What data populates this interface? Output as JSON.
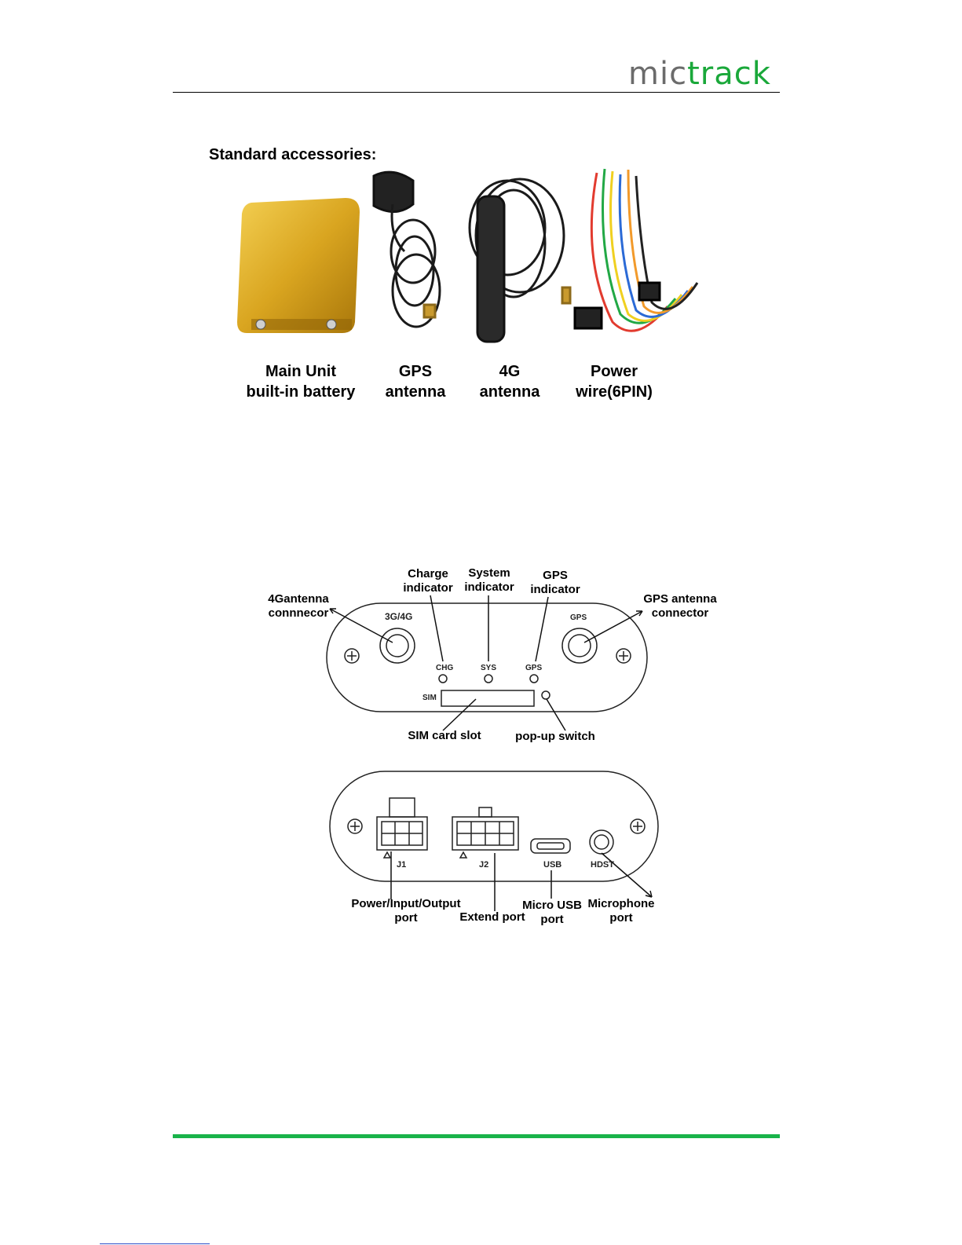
{
  "header": {
    "logo_part1": "mic",
    "logo_part2": "track"
  },
  "accessories": {
    "title": "Standard accessories:",
    "items": [
      {
        "line1": "Main Unit",
        "line2": "built-in battery"
      },
      {
        "line1": "GPS",
        "line2": "antenna"
      },
      {
        "line1": "4G",
        "line2": "antenna"
      },
      {
        "line1": "Power",
        "line2": "wire(6PIN)"
      }
    ]
  },
  "front_panel": {
    "labels": {
      "antenna_4g": [
        "4Gantenna",
        "connnecor"
      ],
      "charge": [
        "Charge",
        "indicator"
      ],
      "system": [
        "System",
        "indicator"
      ],
      "gps_ind": [
        "GPS",
        "indicator"
      ],
      "gps_antenna": [
        "GPS antenna",
        "connector"
      ],
      "sim_slot": "SIM card slot",
      "popup": "pop-up switch"
    },
    "markings": {
      "band": "3G/4G",
      "gps": "GPS",
      "chg": "CHG",
      "sys": "SYS",
      "gps_led": "GPS",
      "sim": "SIM"
    }
  },
  "back_panel": {
    "labels": {
      "power": [
        "Power/Input/Output",
        "port"
      ],
      "extend": "Extend port",
      "usb": [
        "Micro USB",
        "port"
      ],
      "mic": [
        "Microphone",
        "port"
      ]
    },
    "markings": {
      "j1": "J1",
      "j2": "J2",
      "usb": "USB",
      "hdst": "HDST"
    }
  },
  "colors": {
    "brand_green": "#1aa83a",
    "brand_gray": "#6b6b6b",
    "footer_green": "#19b34a",
    "unit_gold": "#d9a520"
  }
}
